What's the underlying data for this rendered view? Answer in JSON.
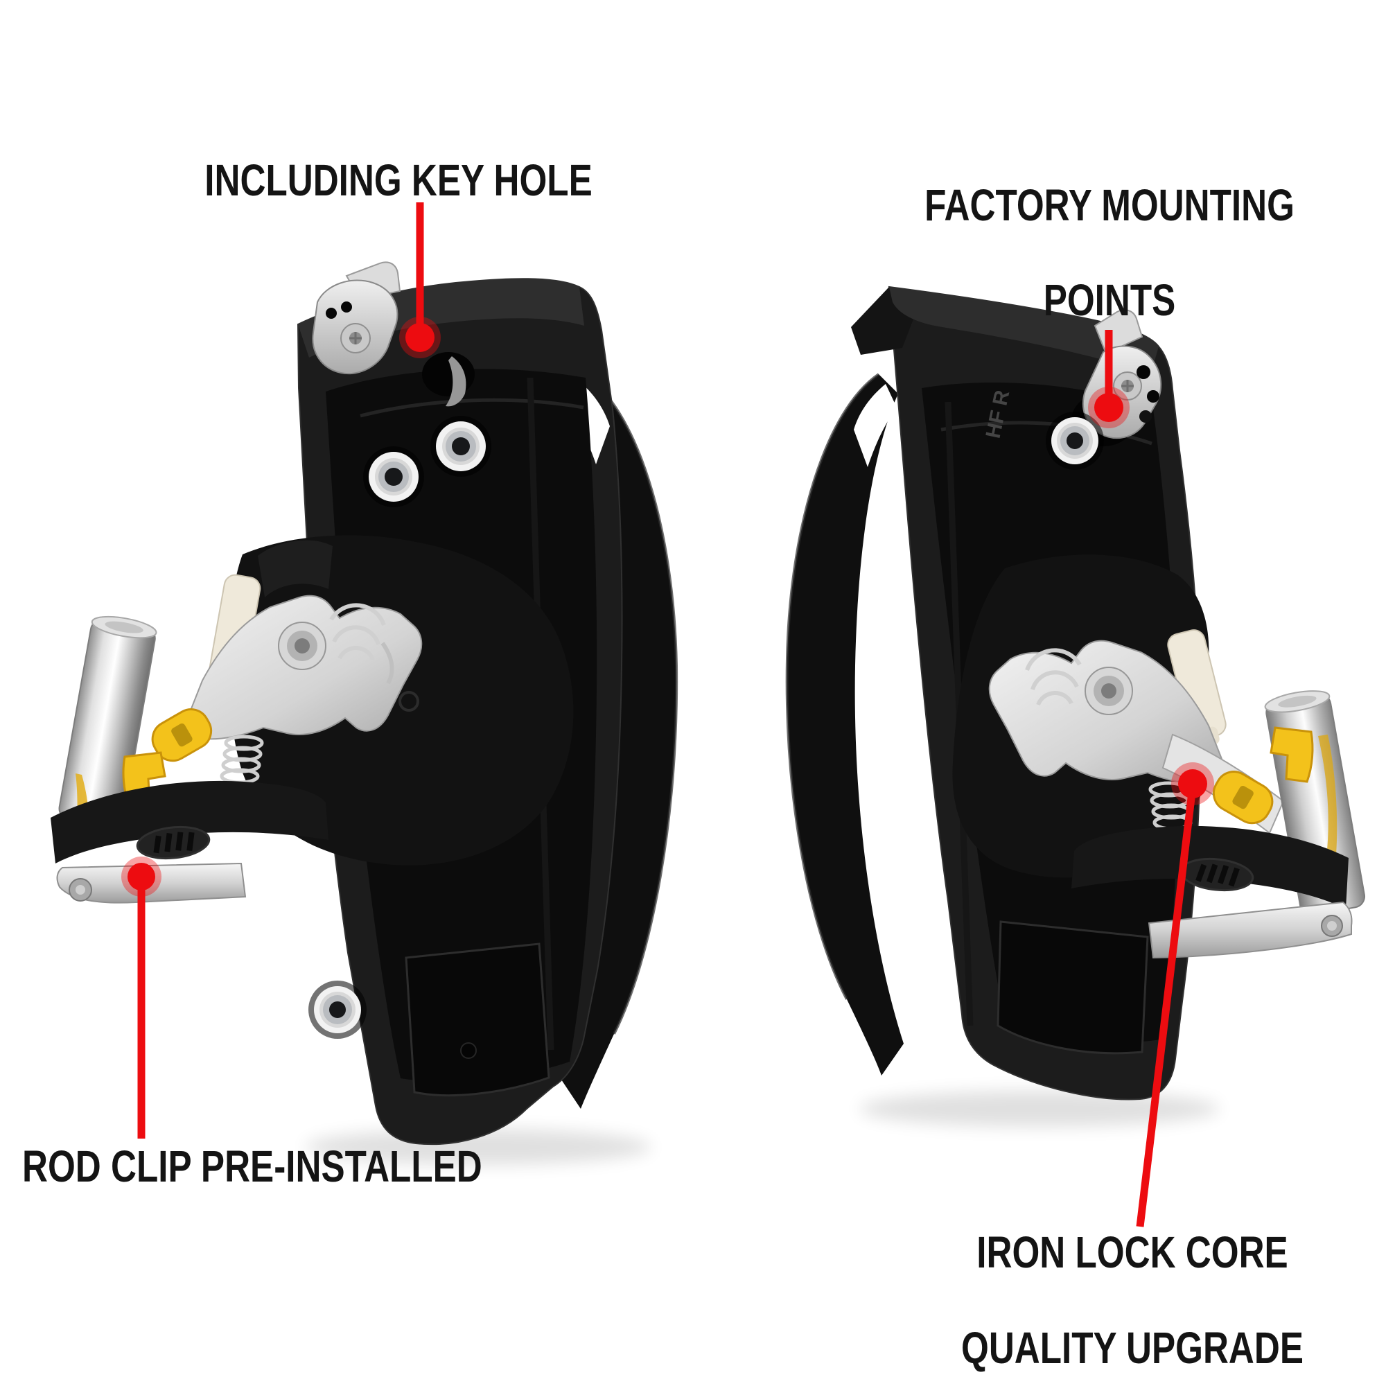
{
  "page": {
    "background": "#ffffff",
    "kind": "annotated-product-photo"
  },
  "colors": {
    "callout_red": "#ed0c10",
    "caption_text": "#141414",
    "plastic_black": "#1c1c1c",
    "metal_silver": "#d9d9d9",
    "clip_yellow": "#f3c21b"
  },
  "captions": {
    "key_hole": {
      "text": "INCLUDING KEY HOLE"
    },
    "mounting_points": {
      "line1": "FACTORY MOUNTING",
      "line2": "POINTS"
    },
    "rod_clip": {
      "text": "ROD CLIP PRE-INSTALLED"
    },
    "lock_core": {
      "line1": "IRON LOCK CORE",
      "line2": "QUALITY UPGRADE"
    }
  },
  "products": {
    "right_handle": {
      "embossed_mark": "HF R"
    }
  }
}
